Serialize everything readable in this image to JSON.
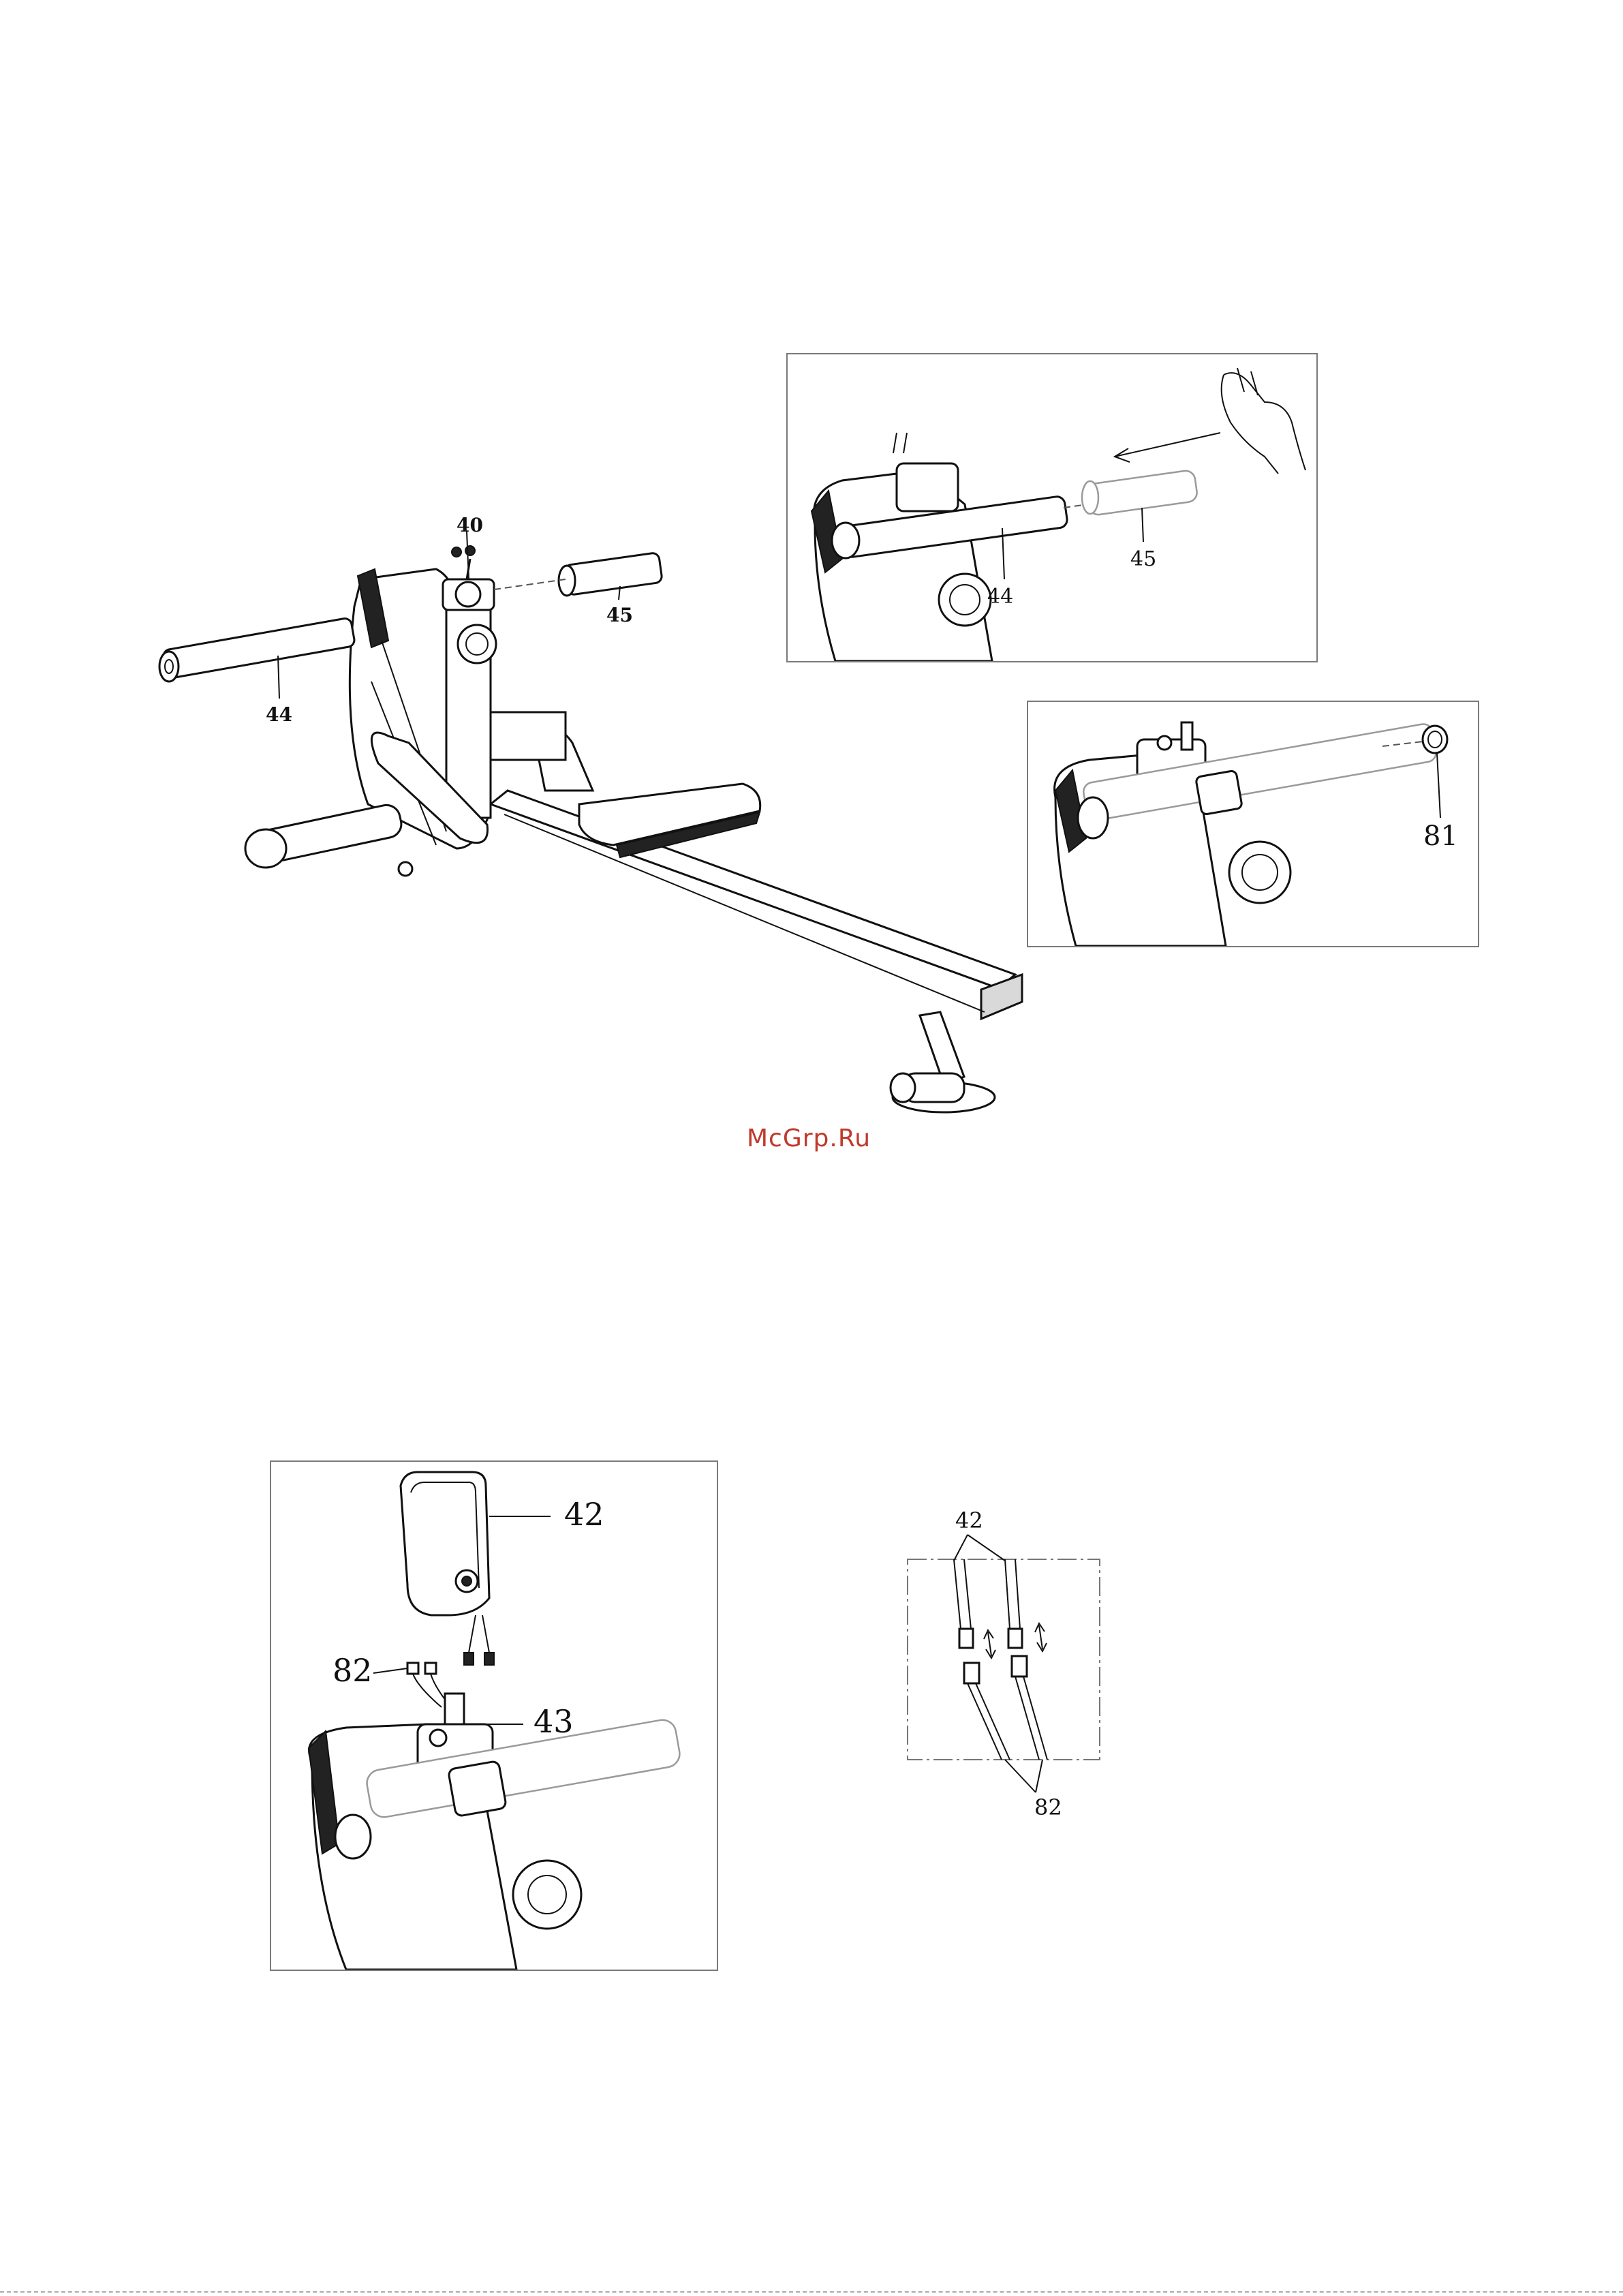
{
  "watermark": "McGrp.Ru",
  "main_diagram": {
    "callouts": [
      "40",
      "45",
      "44"
    ]
  },
  "panel_a": {
    "callouts": [
      "44",
      "45"
    ]
  },
  "panel_b": {
    "callouts": [
      "81"
    ]
  },
  "panel_c": {
    "callouts": [
      "42",
      "82",
      "43"
    ]
  },
  "panel_d": {
    "callouts": [
      "42",
      "82"
    ]
  }
}
